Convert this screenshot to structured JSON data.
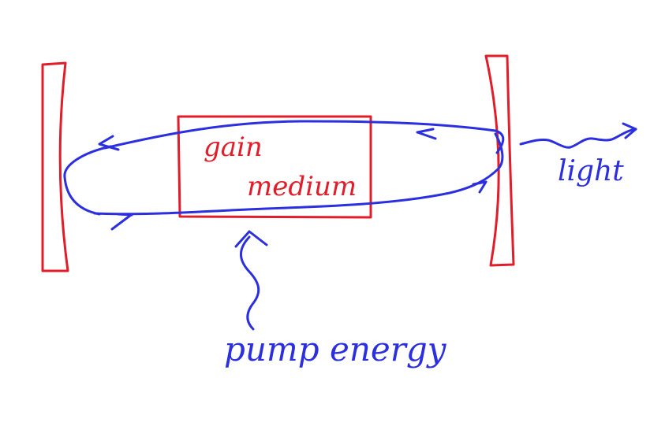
{
  "labels": {
    "gain": "gain",
    "medium": "medium",
    "light": "light",
    "pump_energy": "pump energy"
  },
  "colors": {
    "background": "#ffffff",
    "red_ink": "#e11d2a",
    "blue_ink": "#2b2fe0"
  }
}
